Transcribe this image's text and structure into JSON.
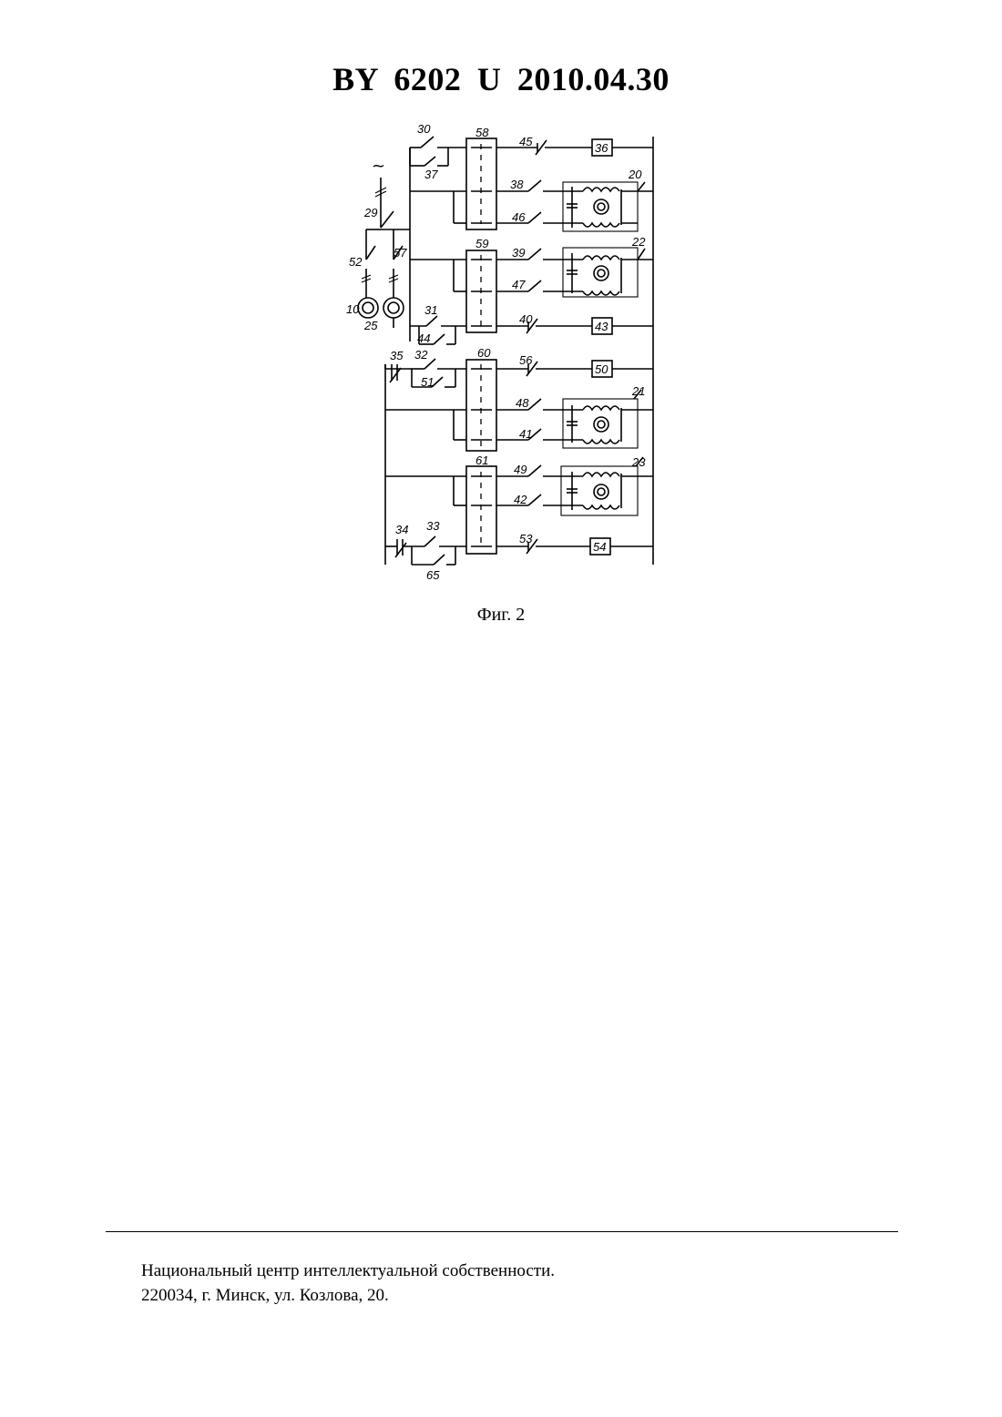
{
  "header": {
    "title": "BY  6202  U  2010.04.30"
  },
  "figure": {
    "caption": "Фиг. 2",
    "supply_symbol": "~",
    "labels": {
      "l10": "10",
      "l20": "20",
      "l21": "21",
      "l22": "22",
      "l23": "23",
      "l25": "25",
      "l29": "29",
      "l30": "30",
      "l31": "31",
      "l32": "32",
      "l33": "33",
      "l34": "34",
      "l35": "35",
      "l36": "36",
      "l37": "37",
      "l38": "38",
      "l39": "39",
      "l40": "40",
      "l41": "41",
      "l42": "42",
      "l43": "43",
      "l44": "44",
      "l45": "45",
      "l46": "46",
      "l47": "47",
      "l48": "48",
      "l49": "49",
      "l50": "50",
      "l51": "51",
      "l52": "52",
      "l53": "53",
      "l54": "54",
      "l56": "56",
      "l57": "57",
      "l58": "58",
      "l59": "59",
      "l60": "60",
      "l61": "61",
      "l65": "65"
    }
  },
  "footer": {
    "line1": "Национальный центр интеллектуальной собственности.",
    "line2": "220034, г. Минск, ул. Козлова, 20."
  }
}
